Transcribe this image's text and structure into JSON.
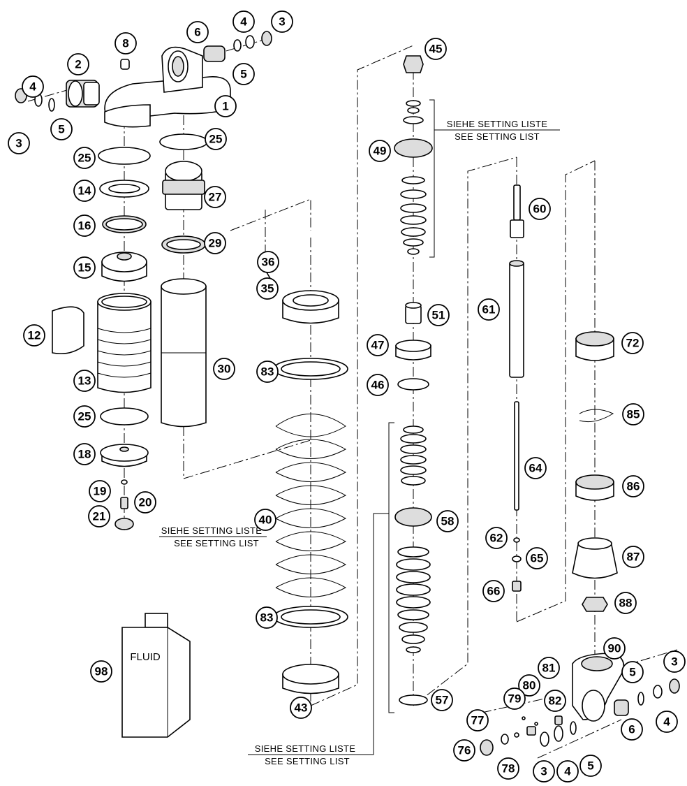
{
  "callouts": {
    "c1": "1",
    "c2": "2",
    "c3a": "3",
    "c3b": "3",
    "c3c": "3",
    "c3d": "3",
    "c4a": "4",
    "c4b": "4",
    "c4c": "4",
    "c4d": "4",
    "c5a": "5",
    "c5b": "5",
    "c5c": "5",
    "c5d": "5",
    "c6a": "6",
    "c6b": "6",
    "c8": "8",
    "c12": "12",
    "c13": "13",
    "c14": "14",
    "c15": "15",
    "c16": "16",
    "c18": "18",
    "c19": "19",
    "c20": "20",
    "c21": "21",
    "c25a": "25",
    "c25b": "25",
    "c25c": "25",
    "c27": "27",
    "c29": "29",
    "c30": "30",
    "c35": "35",
    "c36": "36",
    "c40": "40",
    "c43": "43",
    "c45": "45",
    "c46": "46",
    "c47": "47",
    "c49": "49",
    "c51": "51",
    "c57": "57",
    "c58": "58",
    "c60": "60",
    "c61": "61",
    "c62": "62",
    "c64": "64",
    "c65": "65",
    "c66": "66",
    "c72": "72",
    "c76": "76",
    "c77": "77",
    "c78": "78",
    "c79": "79",
    "c80": "80",
    "c81": "81",
    "c82": "82",
    "c83a": "83",
    "c83b": "83",
    "c85": "85",
    "c86": "86",
    "c87": "87",
    "c88": "88",
    "c90": "90",
    "c98": "98"
  },
  "notes": {
    "siehe_1": "SIEHE SETTING LISTE",
    "see_1": "SEE SETTING LIST",
    "siehe_2": "SIEHE SETTING LISTE",
    "see_2": "SEE SETTING LIST",
    "siehe_3": "SIEHE SETTING LISTE",
    "see_3": "SEE SETTING LIST"
  },
  "fluid_label": "FLUID"
}
